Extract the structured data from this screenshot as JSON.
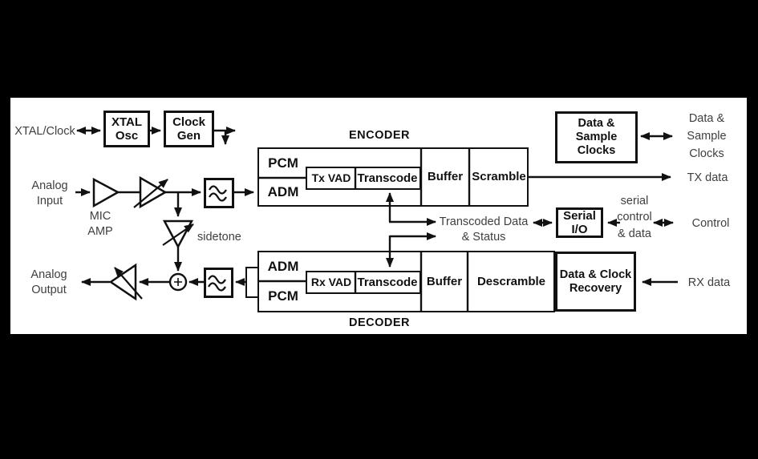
{
  "colors": {
    "background": "#000000",
    "panel": "#ffffff",
    "line": "#111111",
    "label_gray": "#3f3f3f"
  },
  "clock_section": {
    "external_label": "XTAL/Clock",
    "xtal_osc": "XTAL\nOsc",
    "clock_gen": "Clock\nGen"
  },
  "encoder": {
    "title": "ENCODER",
    "pcm": "PCM",
    "adm": "ADM",
    "tx_vad": "Tx VAD",
    "transcode": "Transcode",
    "buffer": "Buffer",
    "scramble": "Scramble"
  },
  "decoder": {
    "title": "DECODER",
    "adm": "ADM",
    "pcm": "PCM",
    "rx_vad": "Rx VAD",
    "transcode": "Transcode",
    "buffer": "Buffer",
    "descramble": "Descramble",
    "data_clock_recovery": "Data & Clock\nRecovery"
  },
  "analog": {
    "input_label": "Analog\nInput",
    "mic_amp_label": "MIC\nAMP",
    "sidetone_label": "sidetone",
    "output_label": "Analog\nOutput"
  },
  "middle": {
    "transcoded_status": "Transcoded Data\n& Status",
    "serial_io": "Serial\nI/O",
    "serial_control_data": "serial\ncontrol\n& data",
    "data_sample_clocks_box": "Data & Sample\nClocks"
  },
  "right_labels": {
    "data_sample_clocks": "Data &\nSample\nClocks",
    "tx_data": "TX data",
    "control": "Control",
    "rx_data": "RX data"
  },
  "icons": {
    "filter_icon": "low-pass-filter-squiggle",
    "sum_icon": "summing-junction-plus",
    "amp_icon": "amplifier-triangle",
    "var_amp_icon": "variable-gain-amplifier"
  }
}
